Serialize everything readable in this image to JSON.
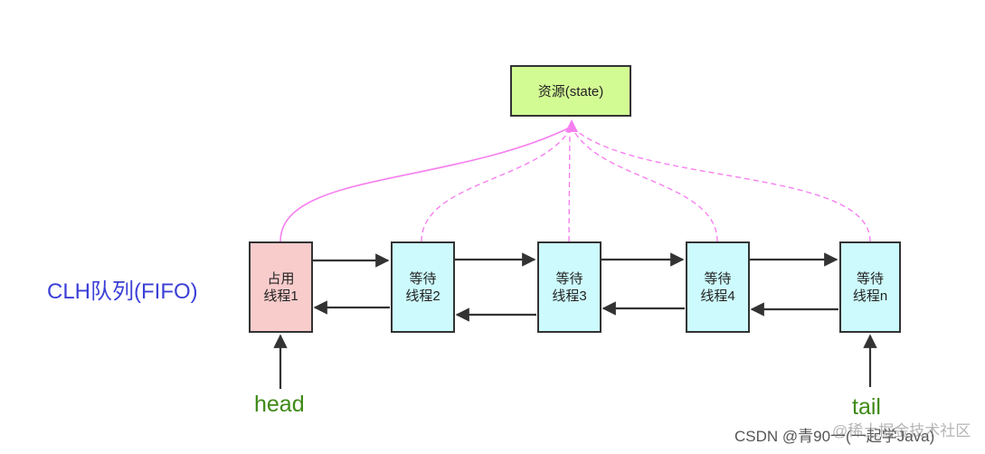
{
  "resource": {
    "label": "资源(state)"
  },
  "queue_label": "CLH队列(FIFO)",
  "nodes": [
    {
      "line1": "占用",
      "line2": "线程1",
      "fill": "#f9cccc",
      "role": "owner"
    },
    {
      "line1": "等待",
      "line2": "线程2",
      "fill": "#cdfbfd",
      "role": "waiting"
    },
    {
      "line1": "等待",
      "line2": "线程3",
      "fill": "#cdfbfd",
      "role": "waiting"
    },
    {
      "line1": "等待",
      "line2": "线程4",
      "fill": "#cdfbfd",
      "role": "waiting"
    },
    {
      "line1": "等待",
      "line2": "线程n",
      "fill": "#cdfbfd",
      "role": "waiting"
    }
  ],
  "head_label": "head",
  "tail_label": "tail",
  "watermark": {
    "text": "CSDN @青90一(一起学Java)",
    "overlay": "@稀土掘金技术社区"
  },
  "colors": {
    "resource_fill": "#d3fb94",
    "border": "#333333",
    "queue_label": "#3b3fd6",
    "pointer_label": "#3d8a16",
    "link_to_resource": "#f77ff0"
  }
}
